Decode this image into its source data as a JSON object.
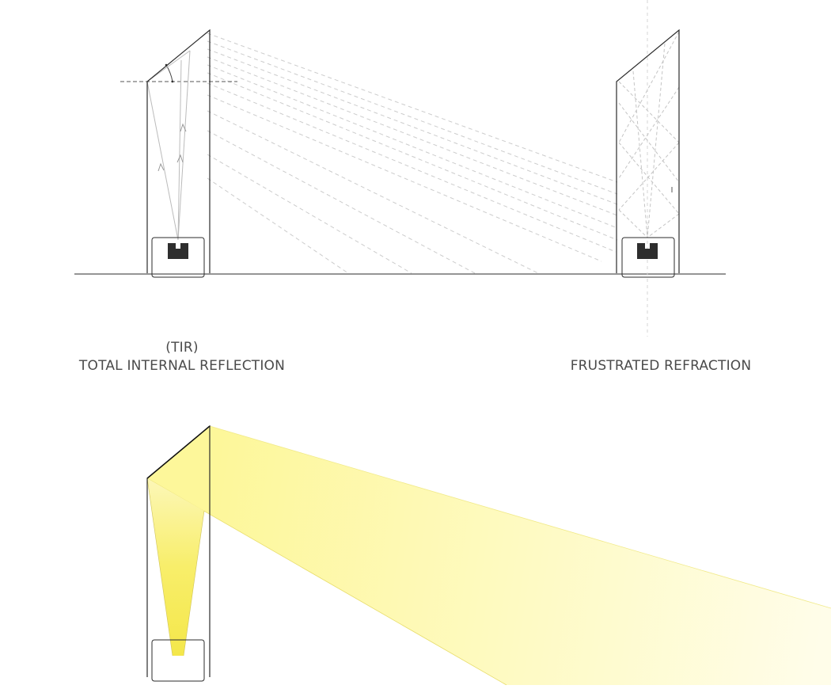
{
  "captions": {
    "tir_abbrev": "(TIR)",
    "tir_title": "TOTAL INTERNAL REFLECTION",
    "frustrated_title": "FRUSTRATED REFRACTION"
  },
  "colors": {
    "outline": "#2b2b2b",
    "ray_dashed": "#c9c9c9",
    "ray_solid": "#bdbdbd",
    "light_source": "#2e2e2e",
    "beam_yellow": "#fdf79a",
    "beam_yellow_fade": "#fffde6",
    "cone_yellow": "#f6ec55"
  },
  "icons": {
    "light_source_left": "led-module-icon",
    "light_source_right": "led-module-icon"
  }
}
